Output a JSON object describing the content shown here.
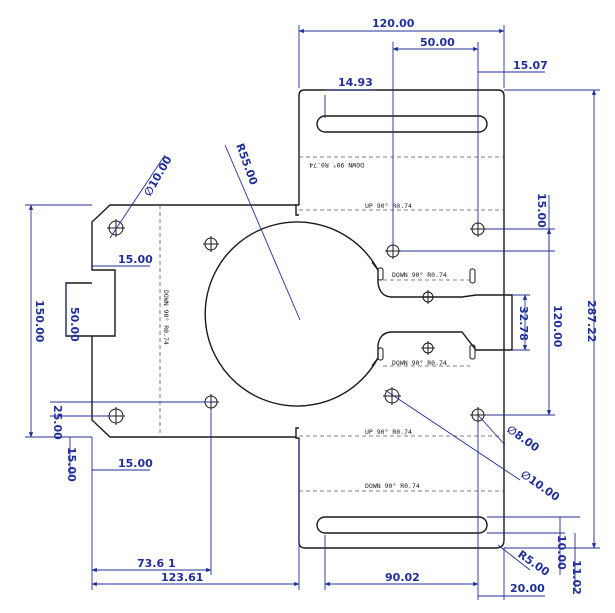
{
  "colors": {
    "dimension": "#1f2f9a",
    "part": "#1a1a1a",
    "background": "#ffffff"
  },
  "dimensions": {
    "d120_top": "120.00",
    "d50_top": "50.00",
    "d15_07": "15.07",
    "d14_93": "14.93",
    "r55": "R55.00",
    "dia10_top": "∅10.00",
    "d15_right": "15.00",
    "d287": "287.22",
    "d120_right": "120.00",
    "d32": "32.78",
    "d150": "150.00",
    "d15_left": "15.00",
    "d50_left": "50.00",
    "d25": "25.00",
    "d15_vert": "15.00",
    "d15_bottom": "15.00",
    "dia8": "∅8.00",
    "dia10_bottom": "∅10.00",
    "d73": "73.6 1",
    "d123": "123.61",
    "d90": "90.02",
    "d20": "20.00",
    "r5": "R5.00",
    "d10": "10.00",
    "d11": "11.02"
  },
  "bend_notes": {
    "down_top": "DOWN 90° R0.74",
    "up_top": "UP 90° R0.74",
    "left_vertical": "DOWN 90° R0.74",
    "down_mid1": "DOWN 90° R0.74",
    "down_mid2": "DOWN 90° R0.74",
    "up_bottom": "UP 90° R0.74",
    "down_bottom": "DOWN 90° R0.74"
  }
}
